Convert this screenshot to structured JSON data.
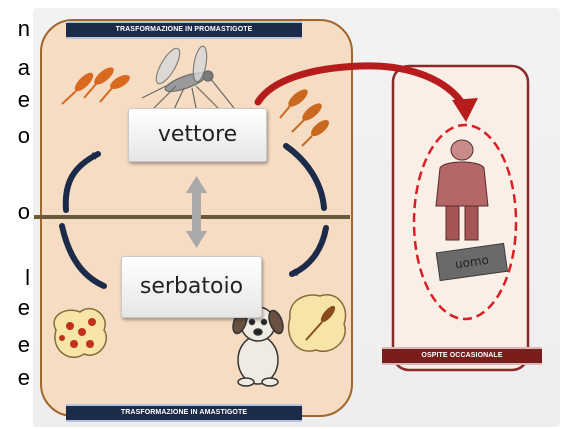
{
  "side_text": [
    "n",
    "a",
    "e",
    "o",
    "o",
    "l",
    "e",
    "e",
    "e"
  ],
  "banners": {
    "top": "TRASFORMAZIONE IN PROMASTIGOTE",
    "bottom": "TRASFORMAZIONE IN AMASTIGOTE",
    "host": "OSPITE OCCASIONALE"
  },
  "nodes": {
    "vector": "vettore",
    "reservoir": "serbatoio",
    "human": "uomo"
  },
  "colors": {
    "cycle_panel": "#f6dcc2",
    "cycle_border": "#a0662a",
    "host_panel": "#f9efe6",
    "host_border": "#8a2a2a",
    "host_oval": "#d91f26",
    "cycle_arrows": "#1d2b4a",
    "transfer_arrow": "#b71c1c",
    "parasite": "#d9691e"
  }
}
